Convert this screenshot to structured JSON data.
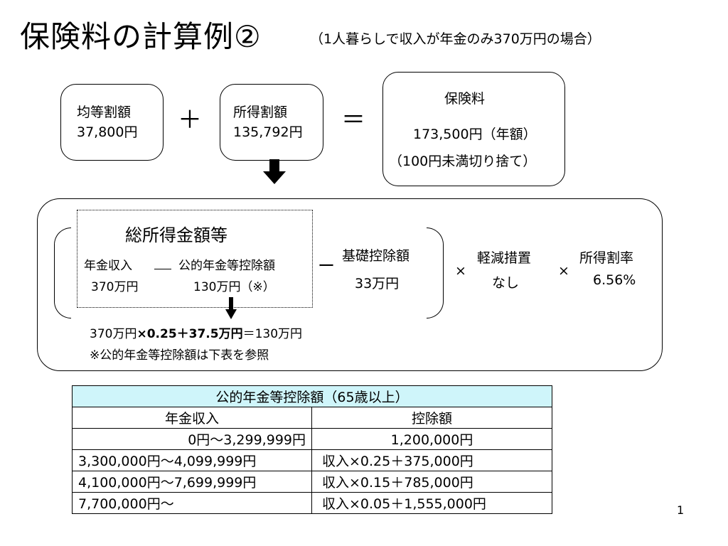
{
  "title": "保険料の計算例②",
  "subtitle": "（1人暮らしで収入が年金のみ370万円の場合）",
  "equal_box": {
    "label": "均等割額",
    "value": "37,800円"
  },
  "plus_sign": "＋",
  "income_box": {
    "label": "所得割額",
    "value": "135,792円"
  },
  "equals_sign": "＝",
  "premium_box": {
    "label": "保険料",
    "value": "173,500円（年額）",
    "note": "（100円未満切り捨て）"
  },
  "formula": {
    "total_income_label": "総所得金額等",
    "pension_income_label": "年金収入",
    "pension_income_value": "370万円",
    "minus1": "＿",
    "public_deduction_label": "公的年金等控除額",
    "public_deduction_value": "130万円（※）",
    "minus2": "ー",
    "basic_deduction_label": "基礎控除額",
    "basic_deduction_value": "33万円",
    "times1": "×",
    "reduction_label": "軽減措置",
    "reduction_value": "なし",
    "times2": "×",
    "rate_label": "所得割率",
    "rate_value": "6.56%",
    "calc_a": "370万円",
    "calc_b": "×0.25＋37.5万円",
    "calc_c": "＝130万円",
    "note": "※公的年金等控除額は下表を参照"
  },
  "table": {
    "title": "公的年金等控除額（65歳以上）",
    "col1": "年金収入",
    "col2": "控除額",
    "rows": [
      [
        "0円～3,299,999円",
        "1,200,000円"
      ],
      [
        "3,300,000円～4,099,999円",
        "収入×0.25＋375,000円"
      ],
      [
        "4,100,000円～7,699,999円",
        "収入×0.15＋785,000円"
      ],
      [
        "7,700,000円～",
        "収入×0.05＋1,555,000円"
      ]
    ]
  },
  "page_number": "1"
}
